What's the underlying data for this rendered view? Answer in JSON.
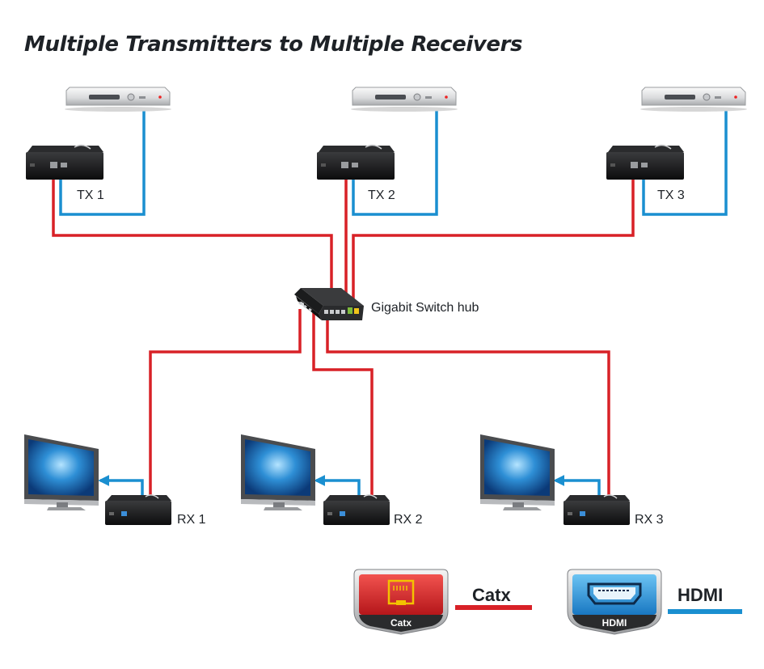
{
  "title": "Multiple Transmitters to Multiple Receivers",
  "transmitters": [
    {
      "label": "TX 1"
    },
    {
      "label": "TX 2"
    },
    {
      "label": "TX 3"
    }
  ],
  "switch": {
    "label": "Gigabit Switch hub"
  },
  "receivers": [
    {
      "label": "RX 1"
    },
    {
      "label": "RX 2"
    },
    {
      "label": "RX 3"
    }
  ],
  "legend": {
    "catx": {
      "badge_label": "Catx",
      "label": "Catx",
      "color": "#d82127"
    },
    "hdmi": {
      "badge_label": "HDMI",
      "label": "HDMI",
      "color": "#1a8fd0"
    }
  },
  "colors": {
    "catx_line": "#d82127",
    "hdmi_line": "#1a8fd0"
  },
  "icons": [
    "set-top-box-icon",
    "transmitter-icon",
    "switch-hub-icon",
    "tv-monitor-icon",
    "receiver-icon",
    "ethernet-port-icon",
    "hdmi-port-icon"
  ]
}
